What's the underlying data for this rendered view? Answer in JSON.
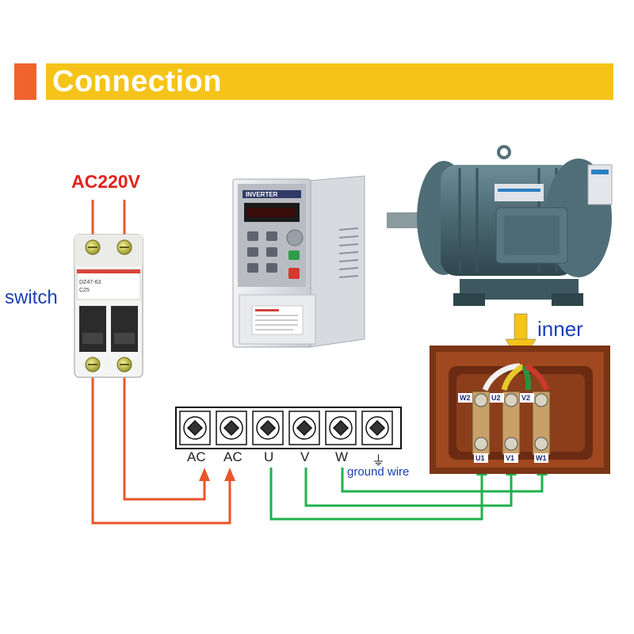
{
  "banner": {
    "title": "Connection",
    "accent_color": "#f0632c",
    "bar_color": "#f6c318"
  },
  "labels": {
    "ac220v": "AC220V",
    "switch": "switch",
    "inner": "inner",
    "ground_wire": "ground wire"
  },
  "breaker": {
    "model": "DZ47-63",
    "rating": "C25"
  },
  "inverter": {
    "panel_title": "INVERTER"
  },
  "terminal_block": {
    "terminals": [
      "AC",
      "AC",
      "U",
      "V",
      "W",
      "⏚"
    ]
  },
  "motor_box": {
    "top_terminals": [
      "W2",
      "U2",
      "V2"
    ],
    "bottom_terminals": [
      "U1",
      "V1",
      "W1"
    ]
  },
  "wire_colors": {
    "supply": "#e8552a",
    "motor": "#1fb14c",
    "arrow": "#f6c318"
  }
}
